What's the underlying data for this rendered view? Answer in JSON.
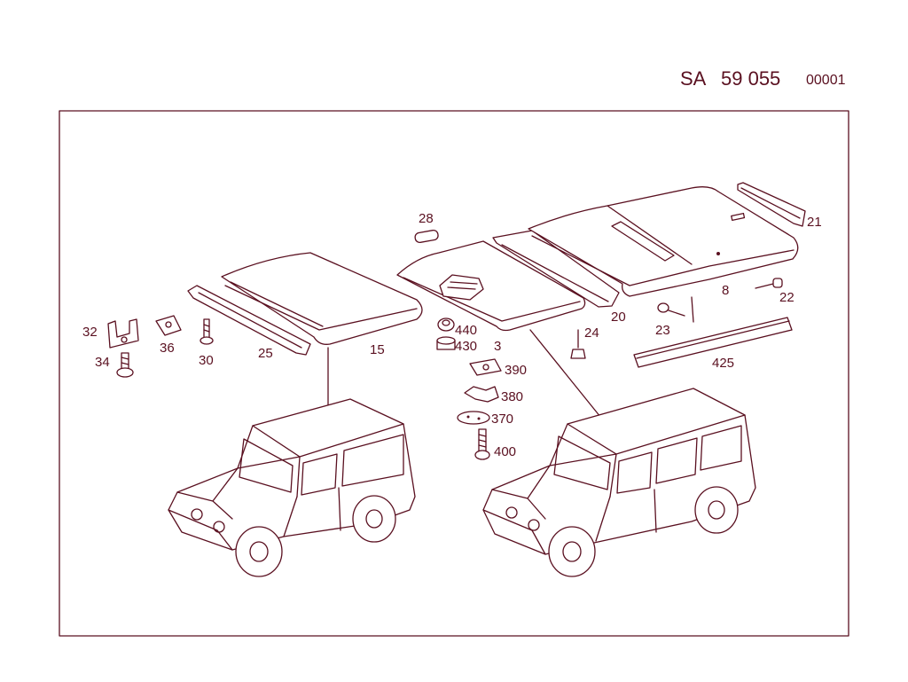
{
  "header": {
    "prefix": "SA",
    "number": "59 055",
    "code": "00001"
  },
  "colors": {
    "ink": "#5a1020",
    "background": "#ffffff"
  },
  "callouts": {
    "c28": "28",
    "c21": "21",
    "c8": "8",
    "c22": "22",
    "c20": "20",
    "c23": "23",
    "c24": "24",
    "c425": "425",
    "c3": "3",
    "c440": "440",
    "c430": "430",
    "c390": "390",
    "c380": "380",
    "c370": "370",
    "c400": "400",
    "c15": "15",
    "c25": "25",
    "c30": "30",
    "c36": "36",
    "c32": "32",
    "c34": "34"
  }
}
